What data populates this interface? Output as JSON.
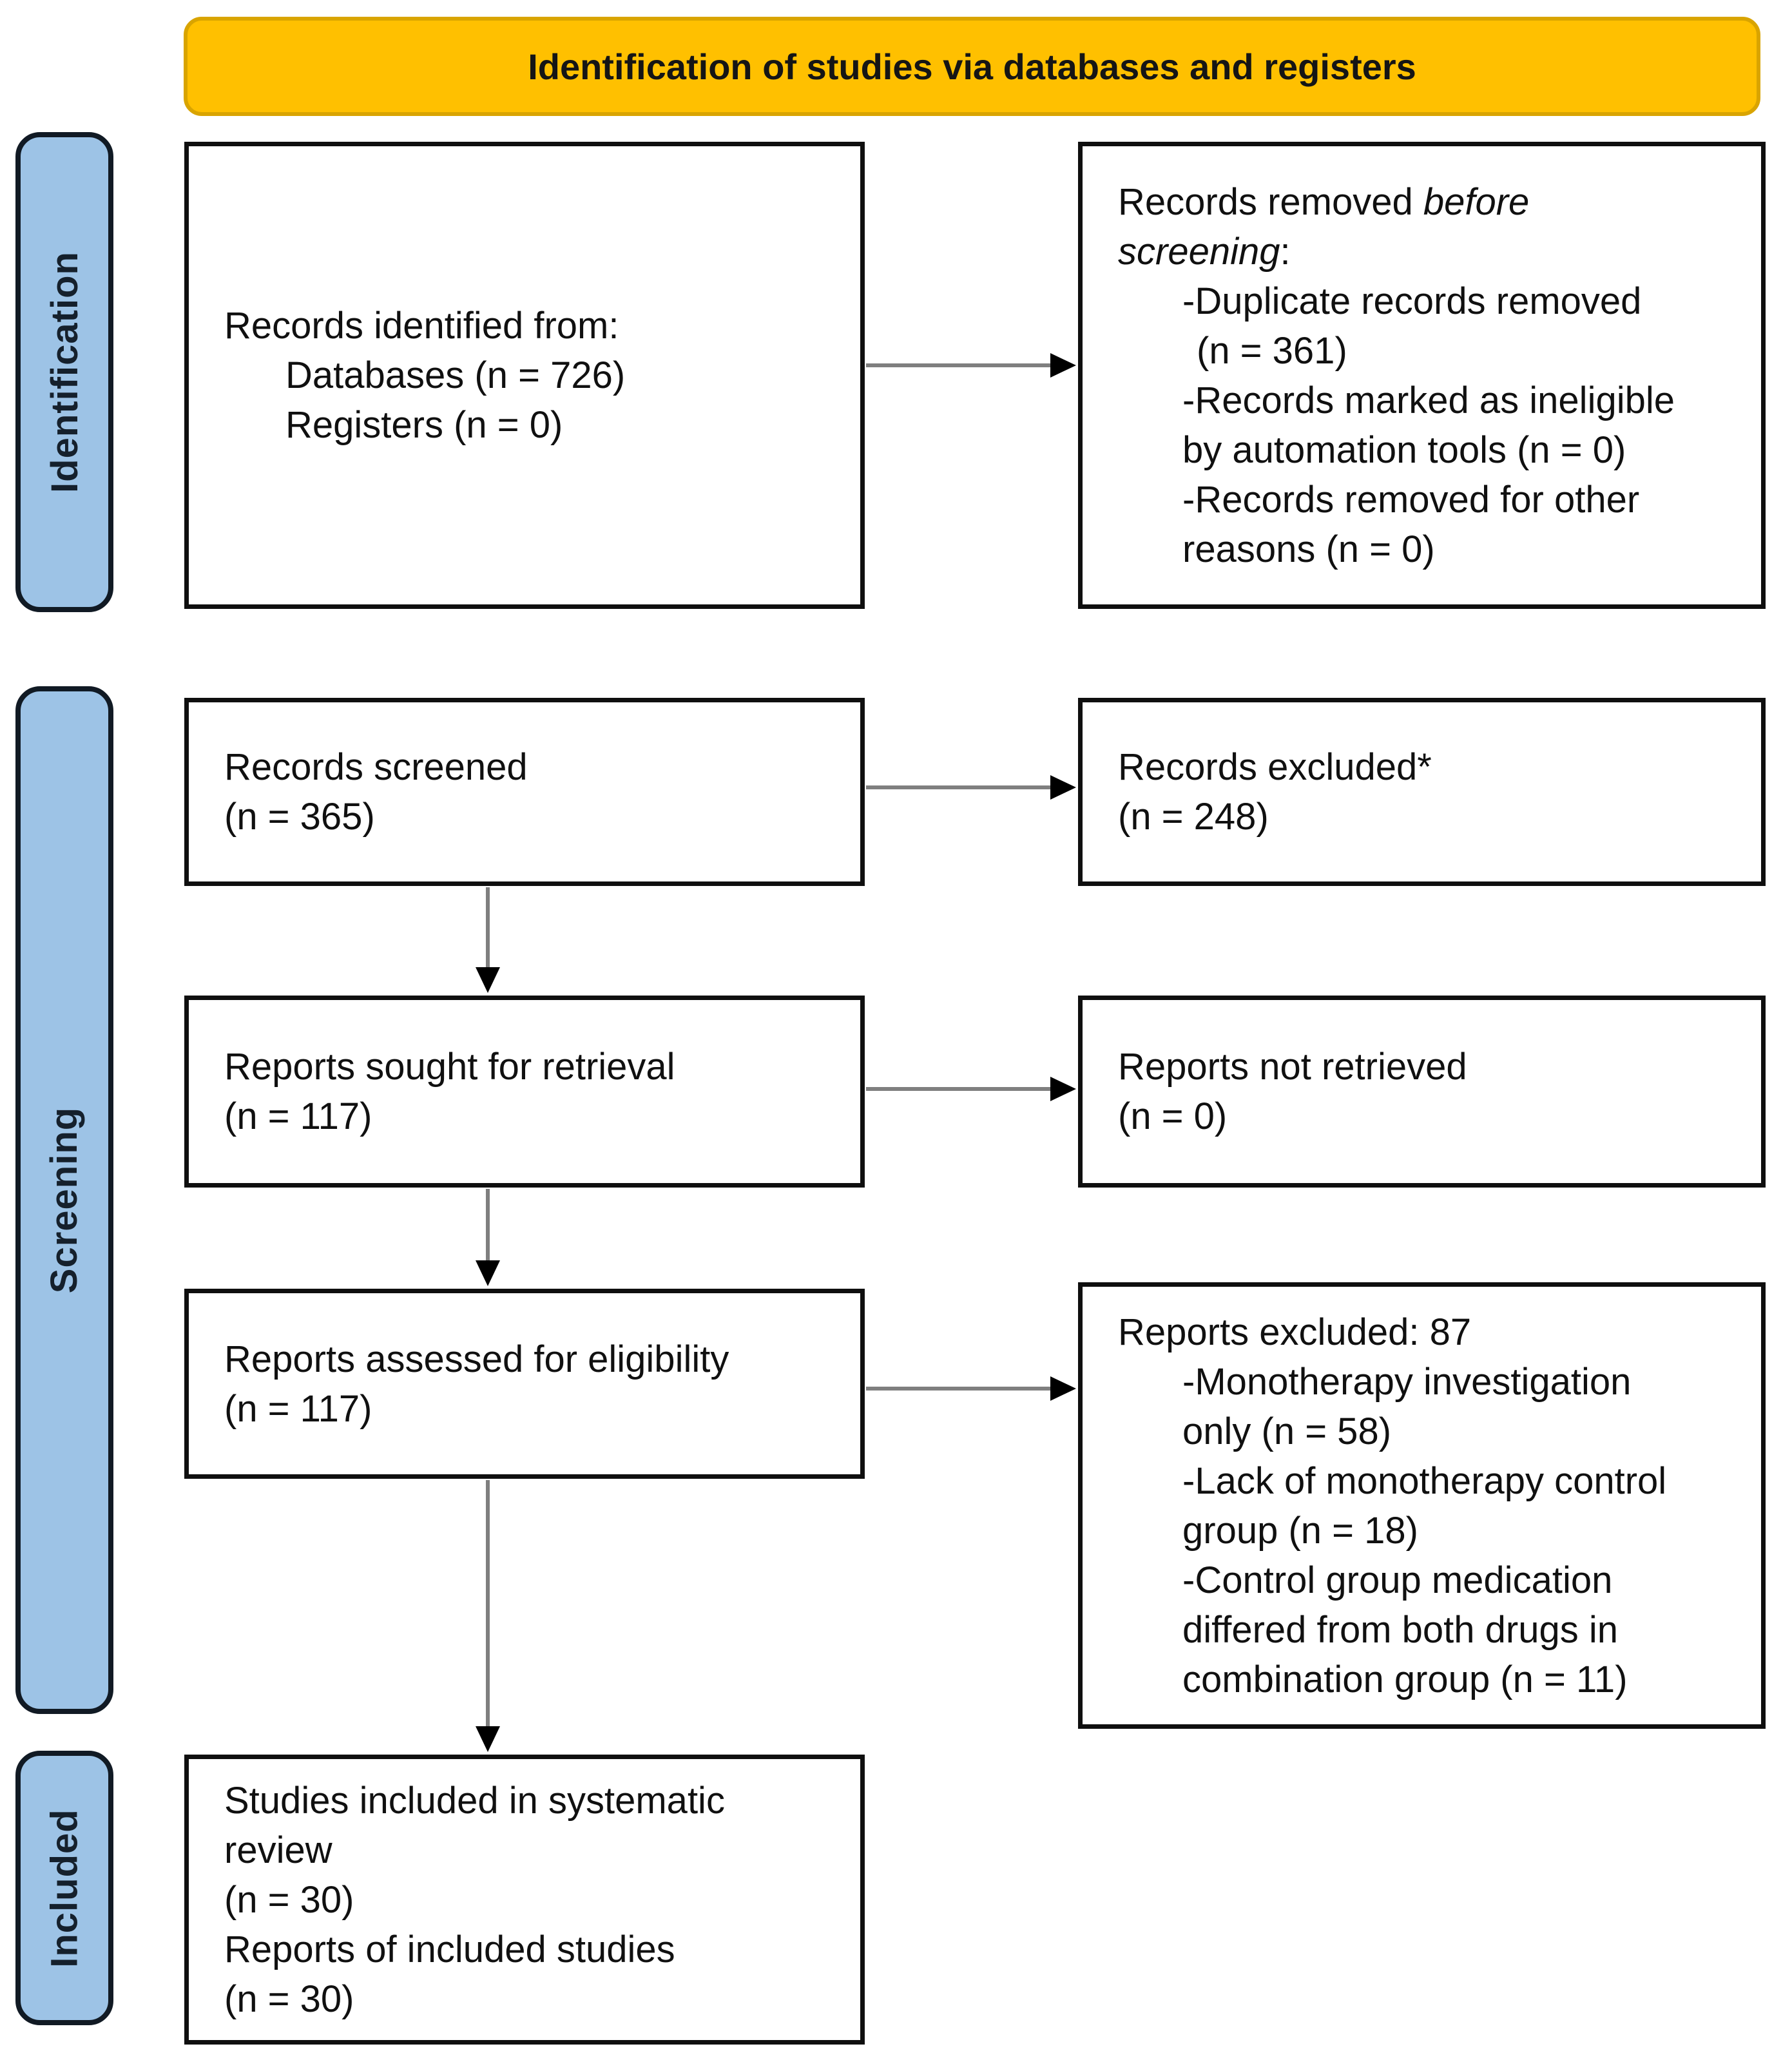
{
  "colors": {
    "header_bg": "#FFC000",
    "header_border": "#D9A400",
    "stage_bg": "#9DC3E6",
    "stage_border": "#111A24",
    "box_border": "#0F0F0F",
    "arrow_line": "#7F7F7F",
    "arrow_head": "#000000",
    "text": "#101010"
  },
  "header": {
    "title": "Identification of studies via databases and registers"
  },
  "stages": {
    "identification": "Identification",
    "screening": "Screening",
    "included": "Included"
  },
  "boxes": {
    "records_identified": {
      "line1": "Records identified from:",
      "line2": "Databases (n = 726)",
      "line3": "Registers (n = 0)"
    },
    "records_removed": {
      "line1_pre": "Records removed ",
      "line1_italic": "before",
      "line2_italic": "screening",
      "line2_post": ":",
      "item1_line1": "-Duplicate records removed",
      "item1_line2": "(n = 361)",
      "item2_line1": "-Records marked as ineligible",
      "item2_line2": "by automation tools (n = 0)",
      "item3_line1": "-Records removed for other",
      "item3_line2": "reasons (n = 0)"
    },
    "records_screened": {
      "line1": "Records screened",
      "line2": "(n = 365)"
    },
    "records_excluded": {
      "line1": "Records excluded*",
      "line2": "(n = 248)"
    },
    "reports_sought": {
      "line1": "Reports sought for retrieval",
      "line2": "(n = 117)"
    },
    "reports_not_retrieved": {
      "line1": "Reports not retrieved",
      "line2": "(n = 0)"
    },
    "reports_assessed": {
      "line1": "Reports assessed for eligibility",
      "line2": "(n = 117)"
    },
    "reports_excluded": {
      "title": "Reports excluded: 87",
      "item1_line1": "-Monotherapy investigation",
      "item1_line2": "only (n = 58)",
      "item2_line1": "-Lack of monotherapy control",
      "item2_line2": "group (n = 18)",
      "item3_line1": "-Control group medication",
      "item3_line2": "differed from both drugs in",
      "item3_line3": "combination group (n = 11)"
    },
    "studies_included": {
      "line1": "Studies included in systematic",
      "line2": "review",
      "line3": "(n = 30)",
      "line4": "Reports of included studies",
      "line5": "(n = 30)"
    }
  }
}
